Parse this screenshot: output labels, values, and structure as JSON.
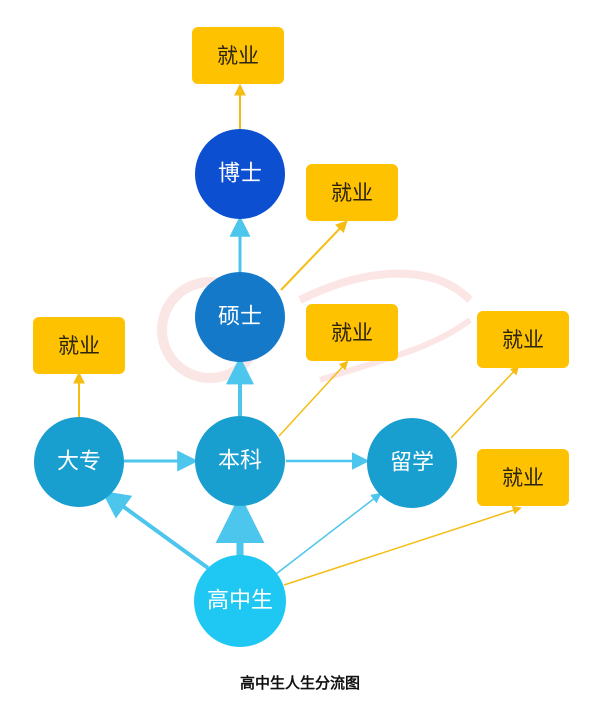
{
  "nodes": {
    "gaozhong": "高中生",
    "dazhuan": "大专",
    "benke": "本科",
    "liuxue": "留学",
    "shuoshi": "硕士",
    "boshi": "博士"
  },
  "jobs": [
    "就业",
    "就业",
    "就业",
    "就业",
    "就业",
    "就业"
  ],
  "caption": "高中生人生分流图",
  "colors": {
    "gaozhong": "#1ec8f2",
    "mid": "#189fcf",
    "shuoshi": "#1479c9",
    "boshi": "#0c4fd0",
    "job_box": "#ffc200",
    "edge_blue": "#4cc6ec",
    "edge_yellow": "#f5bd12"
  }
}
